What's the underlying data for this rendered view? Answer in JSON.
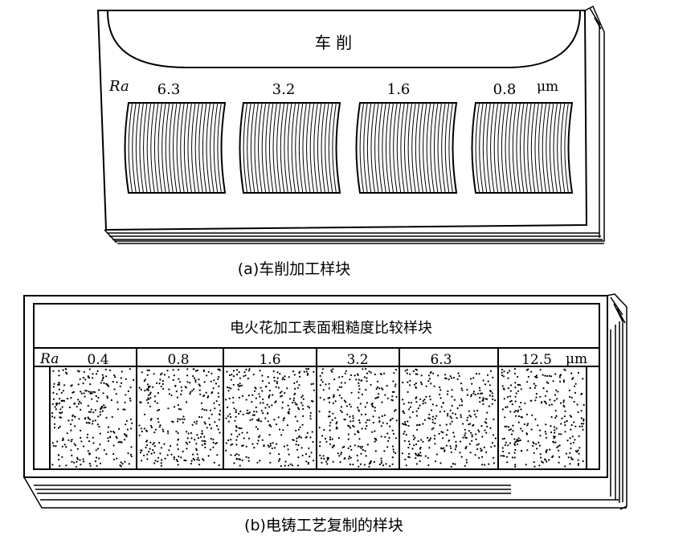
{
  "panel_a": {
    "title": "车 削",
    "ra_label": "Ra",
    "unit": "μm",
    "values": [
      "6.3",
      "3.2",
      "1.6",
      "0.8"
    ],
    "caption": "(a)车削加工样块"
  },
  "panel_b": {
    "title": "电火花加工表面粗糙度比较样块",
    "ra_label": "Ra",
    "unit": "μm",
    "values": [
      "0.4",
      "0.8",
      "1.6",
      "3.2",
      "6.3",
      "12.5"
    ],
    "caption": "(b)电铸工艺复制的样块"
  }
}
